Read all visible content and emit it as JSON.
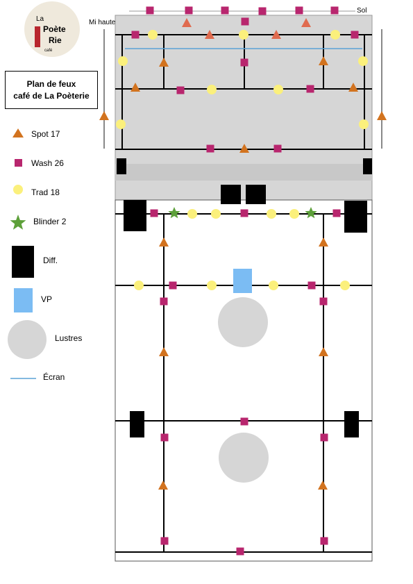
{
  "title": {
    "line1": "Plan de feux",
    "line2": "café de La Poèterie"
  },
  "logo_text": {
    "la": "La",
    "poete": "Poète",
    "rie": "Rie",
    "cafe": "café"
  },
  "labels": {
    "sol": "Sol",
    "mi_hauteur": "Mi hauteur"
  },
  "legend": [
    {
      "key": "spot",
      "label": "Spot 17",
      "icon": "orange-triangle",
      "color": "#d2731f"
    },
    {
      "key": "wash",
      "label": "Wash 26",
      "icon": "magenta-square",
      "color": "#b8266e"
    },
    {
      "key": "trad",
      "label": "Trad 18",
      "icon": "yellow-circle",
      "color": "#fbf07c"
    },
    {
      "key": "blinder",
      "label": "Blinder 2",
      "icon": "green-star",
      "color": "#5da03a"
    },
    {
      "key": "diff",
      "label": "Diff.",
      "icon": "black-rectangle",
      "color": "#000000"
    },
    {
      "key": "vp",
      "label": "VP",
      "icon": "blue-rectangle",
      "color": "#7bbcf3"
    },
    {
      "key": "lustre",
      "label": "Lustres",
      "icon": "grey-circle",
      "color": "#d6d6d6"
    },
    {
      "key": "ecran",
      "label": "Écran",
      "icon": "blue-line",
      "color": "#5aa2d6"
    }
  ],
  "colors": {
    "stage_grey": "#d6d6d6",
    "stage_band": "#c8c8c8",
    "spot_alt": "#e06b4f"
  }
}
